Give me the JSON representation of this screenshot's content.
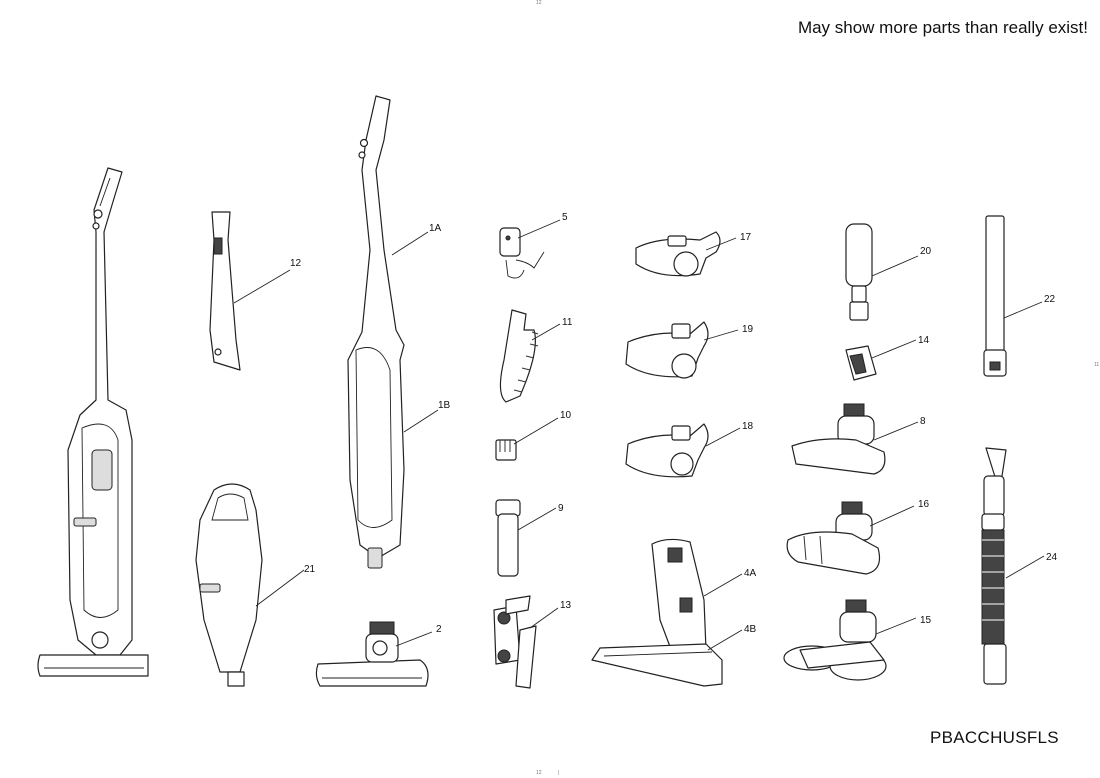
{
  "header": {
    "note": "May show more parts than really exist!"
  },
  "footer": {
    "model_code": "PBACCHUSFLS"
  },
  "crop_marks": {
    "top": "12",
    "bottom_left": "12",
    "bottom_right": "|",
    "right": "11"
  },
  "parts": [
    {
      "id": "1A",
      "label": "1A"
    },
    {
      "id": "1B",
      "label": "1B"
    },
    {
      "id": "2",
      "label": "2"
    },
    {
      "id": "4A",
      "label": "4A"
    },
    {
      "id": "4B",
      "label": "4B"
    },
    {
      "id": "5",
      "label": "5"
    },
    {
      "id": "8",
      "label": "8"
    },
    {
      "id": "9",
      "label": "9"
    },
    {
      "id": "10",
      "label": "10"
    },
    {
      "id": "11",
      "label": "11"
    },
    {
      "id": "12",
      "label": "12"
    },
    {
      "id": "13",
      "label": "13"
    },
    {
      "id": "14",
      "label": "14"
    },
    {
      "id": "15",
      "label": "15"
    },
    {
      "id": "16",
      "label": "16"
    },
    {
      "id": "17",
      "label": "17"
    },
    {
      "id": "18",
      "label": "18"
    },
    {
      "id": "19",
      "label": "19"
    },
    {
      "id": "20",
      "label": "20"
    },
    {
      "id": "21",
      "label": "21"
    },
    {
      "id": "22",
      "label": "22"
    },
    {
      "id": "24",
      "label": "24"
    }
  ]
}
